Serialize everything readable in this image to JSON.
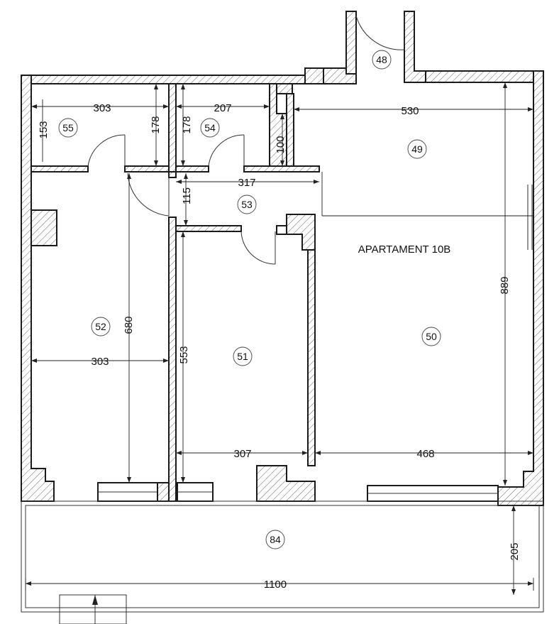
{
  "apartment": {
    "title": "APARTAMENT 10B"
  },
  "rooms": {
    "r48": "48",
    "r49": "49",
    "r50": "50",
    "r51": "51",
    "r52": "52",
    "r53": "53",
    "r54": "54",
    "r55": "55",
    "r84": "84"
  },
  "dimensions": {
    "d303_top": "303",
    "d153": "153",
    "d178_a": "178",
    "d178_b": "178",
    "d207": "207",
    "d100": "100",
    "d530": "530",
    "d317": "317",
    "d115": "115",
    "d680": "680",
    "d303_mid": "303",
    "d553": "553",
    "d307": "307",
    "d468": "468",
    "d889": "889",
    "d205": "205",
    "d1100": "1100"
  }
}
